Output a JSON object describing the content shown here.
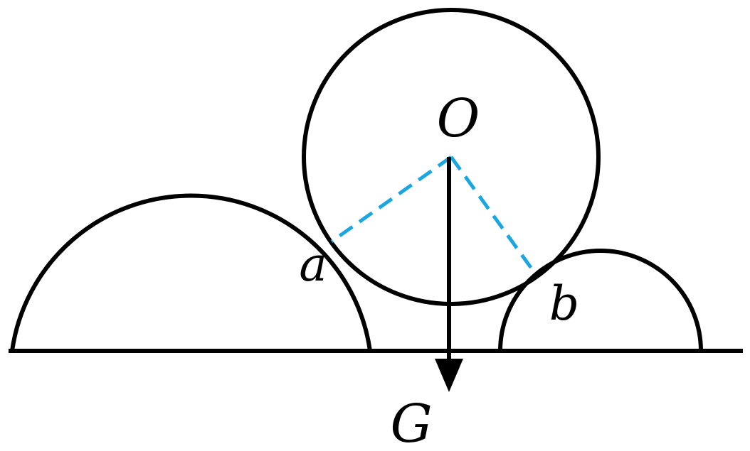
{
  "labels": {
    "center": "O",
    "contact_left": "a",
    "contact_right": "b",
    "force": "G"
  },
  "colors": {
    "line": "#000000",
    "dashed": "#1aa6e0",
    "background": "#ffffff"
  }
}
